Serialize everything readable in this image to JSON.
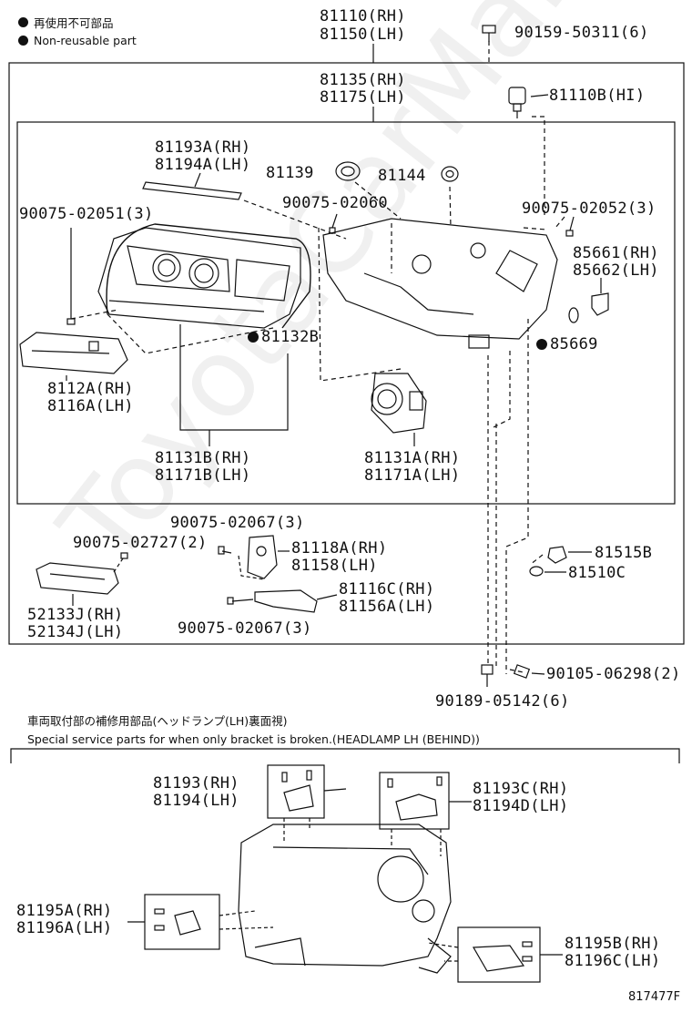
{
  "legend": {
    "jp": "再使用不可部品",
    "en": "Non-reusable part"
  },
  "watermark": "ToyotaCarMan.ru",
  "labels": {
    "p81110": "81110(RH)",
    "p81150": "81150(LH)",
    "p90159": "90159-50311(6)",
    "p81135": "81135(RH)",
    "p81175": "81175(LH)",
    "p81110b": "81110B(HI)",
    "p81193a": "81193A(RH)",
    "p81194a": "81194A(LH)",
    "p81139": "81139",
    "p81144": "81144",
    "p90075_02060": "90075-02060",
    "p90075_02051": "90075-02051(3)",
    "p90075_02052": "90075-02052(3)",
    "p85661": "85661(RH)",
    "p85662": "85662(LH)",
    "p81132b": "81132B",
    "p85669": "85669",
    "p8112a": "8112A(RH)",
    "p8116a": "8116A(LH)",
    "p81131b": "81131B(RH)",
    "p81171b": "81171B(LH)",
    "p81131a": "81131A(RH)",
    "p81171a": "81171A(LH)",
    "p90075_02067a": "90075-02067(3)",
    "p90075_02727": "90075-02727(2)",
    "p81118a": "81118A(RH)",
    "p81158": "81158(LH)",
    "p81515b": "81515B",
    "p81510c": "81510C",
    "p81116c": "81116C(RH)",
    "p81156a": "81156A(LH)",
    "p52133j": "52133J(RH)",
    "p52134j": "52134J(LH)",
    "p90075_02067b": "90075-02067(3)",
    "p90105": "90105-06298(2)",
    "p90189": "90189-05142(6)",
    "p81193": "81193(RH)",
    "p81194": "81194(LH)",
    "p81193c": "81193C(RH)",
    "p81194d": "81194D(LH)",
    "p81195a": "81195A(RH)",
    "p81196a": "81196A(LH)",
    "p81195b": "81195B(RH)",
    "p81196c": "81196C(LH)"
  },
  "service": {
    "jp": "車両取付部の補修用部品(ヘッドランプ(LH)裏面視)",
    "en": "Special service parts for when only bracket is broken.(HEADLAMP LH (BEHIND))"
  },
  "figure_id": "817477F"
}
